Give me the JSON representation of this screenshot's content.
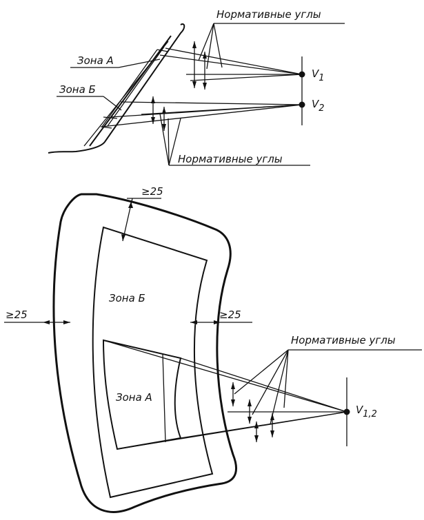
{
  "top": {
    "angles_label": "Нормативные углы",
    "zone_a": "Зона А",
    "zone_b": "Зона Б",
    "v1_main": "V",
    "v1_sub": "1",
    "v2_main": "V",
    "v2_sub": "2",
    "angles_label_bottom": "Нормативные углы"
  },
  "bottom": {
    "dim_top": "≥25",
    "dim_left": "≥25",
    "dim_right": "≥25",
    "zone_b": "Зона Б",
    "zone_a": "Зона А",
    "angles_label": "Нормативные углы",
    "v12_main": "V",
    "v12_sub": "1,2"
  }
}
